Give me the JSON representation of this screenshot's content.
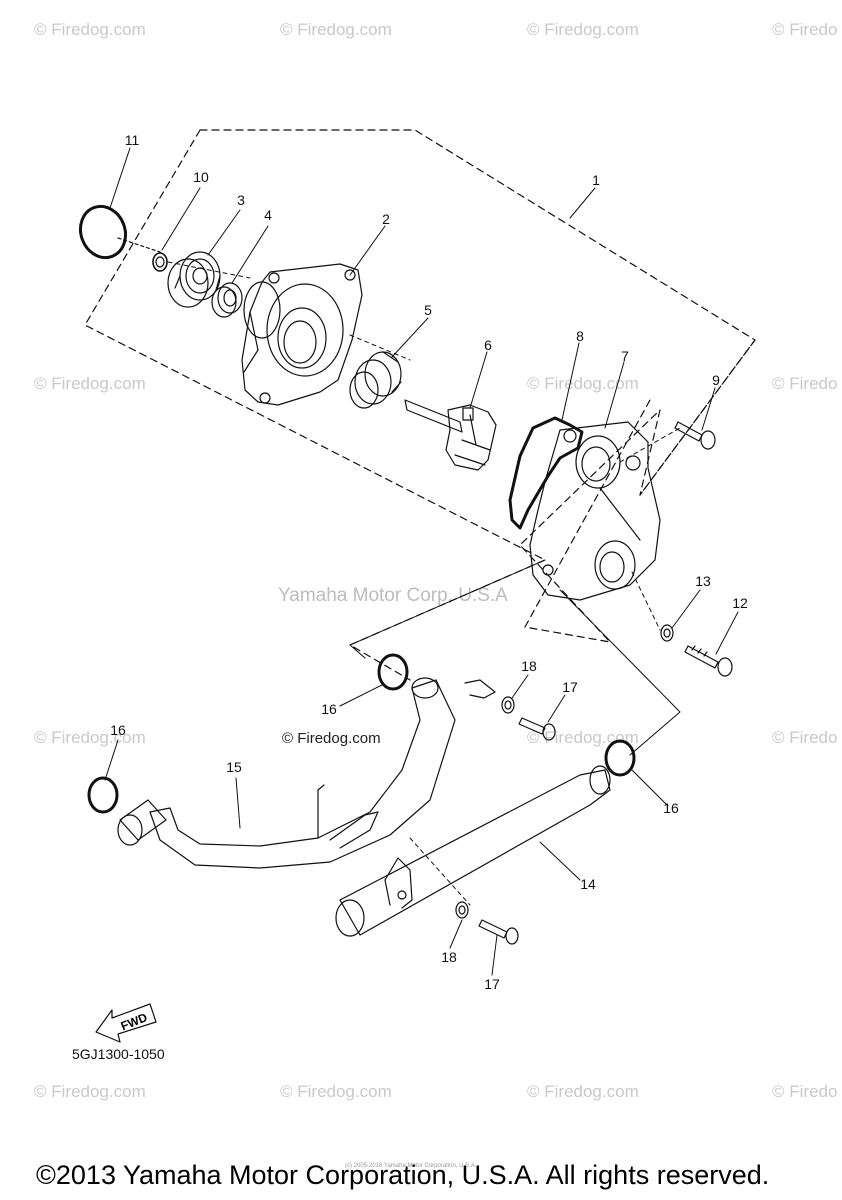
{
  "watermark_text": "© Firedog.com",
  "watermark_partial": "© Firedo",
  "center_watermark": "Yamaha Motor Corp, U.S.A",
  "firedog_label": "© Firedog.com",
  "part_code": "5GJ1300-1050",
  "fwd_label": "FWD",
  "tiny_text": "(c) 2005-2016 Yamaha Motor Corporation, U.S.A.",
  "copyright": "©2013 Yamaha Motor Corporation, U.S.A. All rights reserved.",
  "callouts": [
    "1",
    "2",
    "3",
    "4",
    "5",
    "6",
    "7",
    "8",
    "9",
    "10",
    "11",
    "12",
    "13",
    "14",
    "15",
    "16",
    "16",
    "16",
    "17",
    "17",
    "18",
    "18"
  ]
}
